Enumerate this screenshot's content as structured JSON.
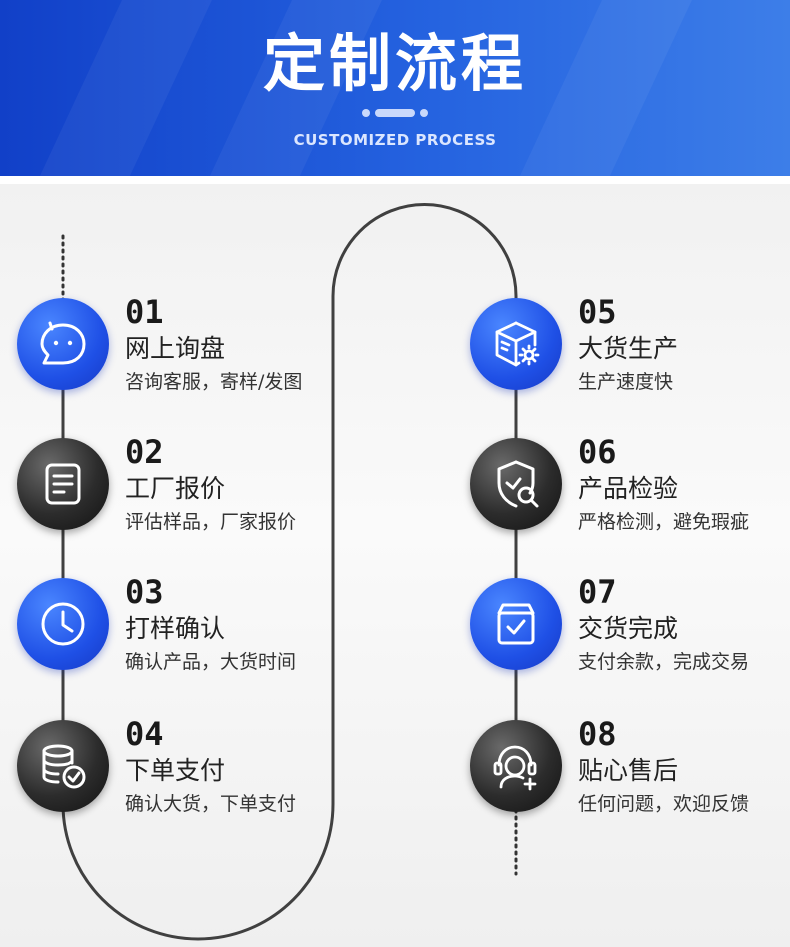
{
  "header": {
    "title": "定制流程",
    "subtitle": "CUSTOMIZED PROCESS"
  },
  "colors": {
    "header_blue": "#1f50e6",
    "step_blue": "#1f50e6",
    "step_dark": "#2c2c2c",
    "path_line": "#444444"
  },
  "steps": [
    {
      "num": "01",
      "name": "网上询盘",
      "desc": "咨询客服，寄样/发图",
      "icon": "chat-bubble-icon",
      "style": "blue"
    },
    {
      "num": "02",
      "name": "工厂报价",
      "desc": "评估样品，厂家报价",
      "icon": "document-icon",
      "style": "dark"
    },
    {
      "num": "03",
      "name": "打样确认",
      "desc": "确认产品，大货时间",
      "icon": "clock-icon",
      "style": "blue"
    },
    {
      "num": "04",
      "name": "下单支付",
      "desc": "确认大货，下单支付",
      "icon": "database-check-icon",
      "style": "dark"
    },
    {
      "num": "05",
      "name": "大货生产",
      "desc": "生产速度快",
      "icon": "box-gear-icon",
      "style": "blue"
    },
    {
      "num": "06",
      "name": "产品检验",
      "desc": "严格检测，避免瑕疵",
      "icon": "shield-search-icon",
      "style": "dark"
    },
    {
      "num": "07",
      "name": "交货完成",
      "desc": "支付余款，完成交易",
      "icon": "box-check-icon",
      "style": "blue"
    },
    {
      "num": "08",
      "name": "贴心售后",
      "desc": "任何问题，欢迎反馈",
      "icon": "headset-support-icon",
      "style": "dark"
    }
  ]
}
